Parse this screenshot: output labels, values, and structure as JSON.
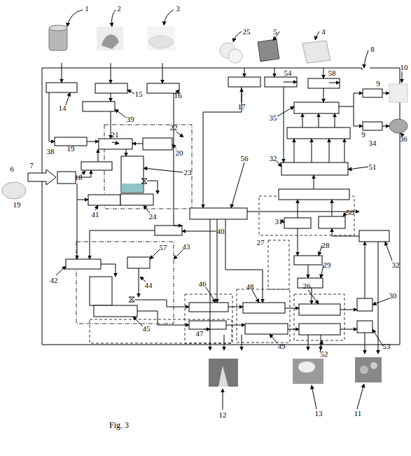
{
  "diagram": {
    "caption": "Fig. 3",
    "labels": [
      "1",
      "2",
      "3",
      "25",
      "5",
      "4",
      "8",
      "9",
      "10",
      "14",
      "15",
      "16",
      "17",
      "54",
      "58",
      "35",
      "39",
      "22",
      "21",
      "20",
      "38",
      "19",
      "6",
      "7",
      "18",
      "23",
      "19",
      "9",
      "34",
      "36",
      "51",
      "32",
      "56",
      "41",
      "24",
      "31",
      "50",
      "27",
      "40",
      "43",
      "32",
      "42",
      "57",
      "44",
      "28",
      "29",
      "46",
      "48",
      "26",
      "30",
      "45",
      "47",
      "49",
      "52",
      "53",
      "12",
      "13",
      "11"
    ]
  }
}
